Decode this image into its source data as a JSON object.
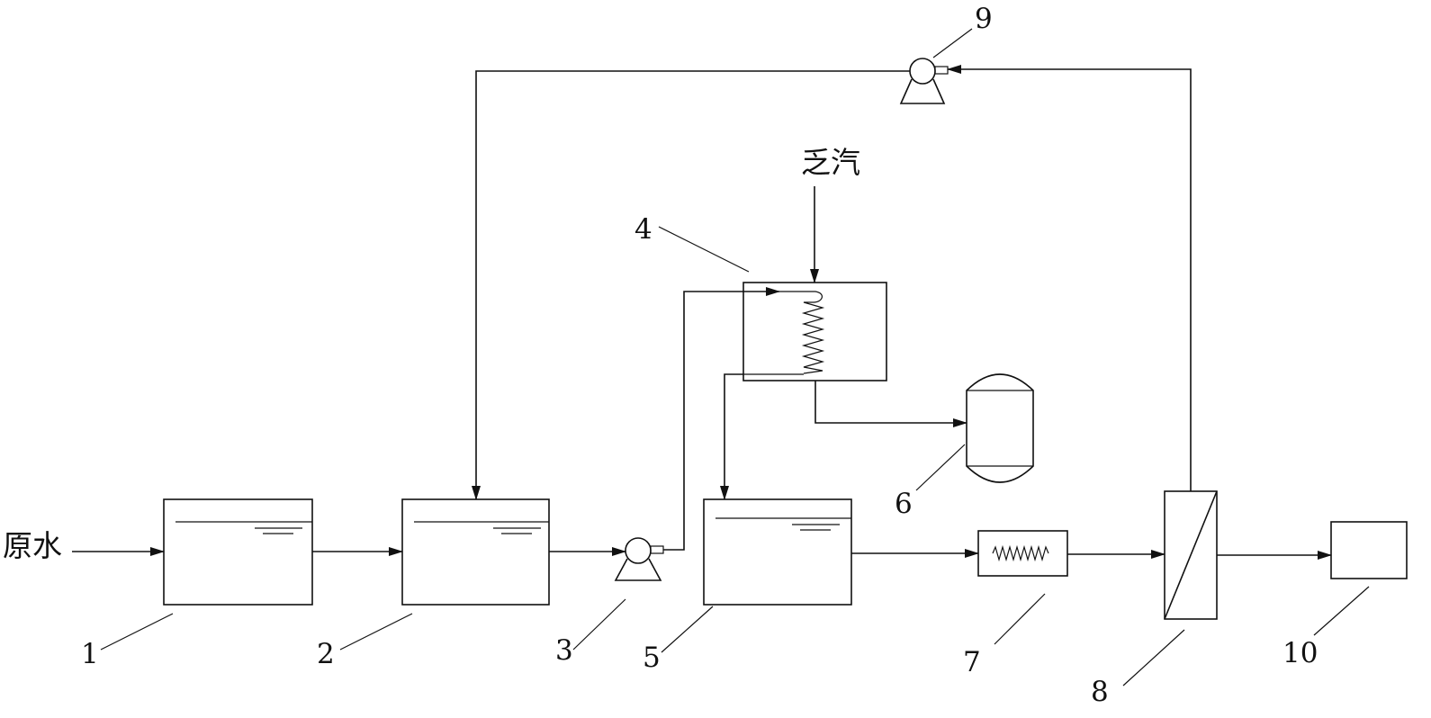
{
  "diagram": {
    "inputs": {
      "raw_water": "原水",
      "exhaust_steam": "乏汽"
    },
    "component_labels": [
      "1",
      "2",
      "3",
      "4",
      "5",
      "6",
      "7",
      "8",
      "9",
      "10"
    ],
    "colors": {
      "line": "#111111",
      "background": "#ffffff"
    }
  }
}
